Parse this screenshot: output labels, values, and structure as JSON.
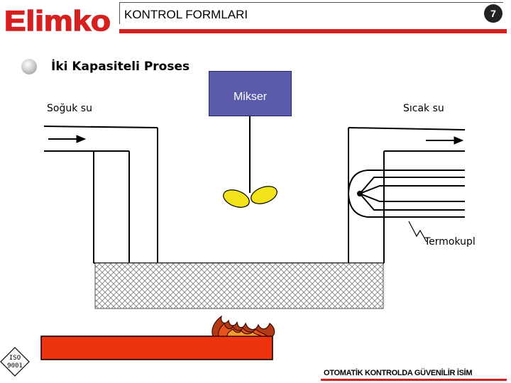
{
  "header": {
    "logo_text": "Elimko",
    "title": "KONTROL FORMLARI",
    "page_number": "7"
  },
  "slide": {
    "subtitle": "İki Kapasiteli Proses"
  },
  "diagram": {
    "cold_water_label": "Soğuk su",
    "hot_water_label": "Sıcak su",
    "mixer_label": "Mikser",
    "thermocouple_label": "Termokupl"
  },
  "footer": {
    "iso_line1": "ISO",
    "iso_line2": "9001",
    "text": "OTOMATİK KONTROLDA GÜVENİLİR İSİM"
  },
  "colors": {
    "brand_red": "#d62020",
    "mixer_fill": "#5a5aaa",
    "impeller_yellow": "#f2e21a",
    "heater_red": "#ee3311"
  }
}
